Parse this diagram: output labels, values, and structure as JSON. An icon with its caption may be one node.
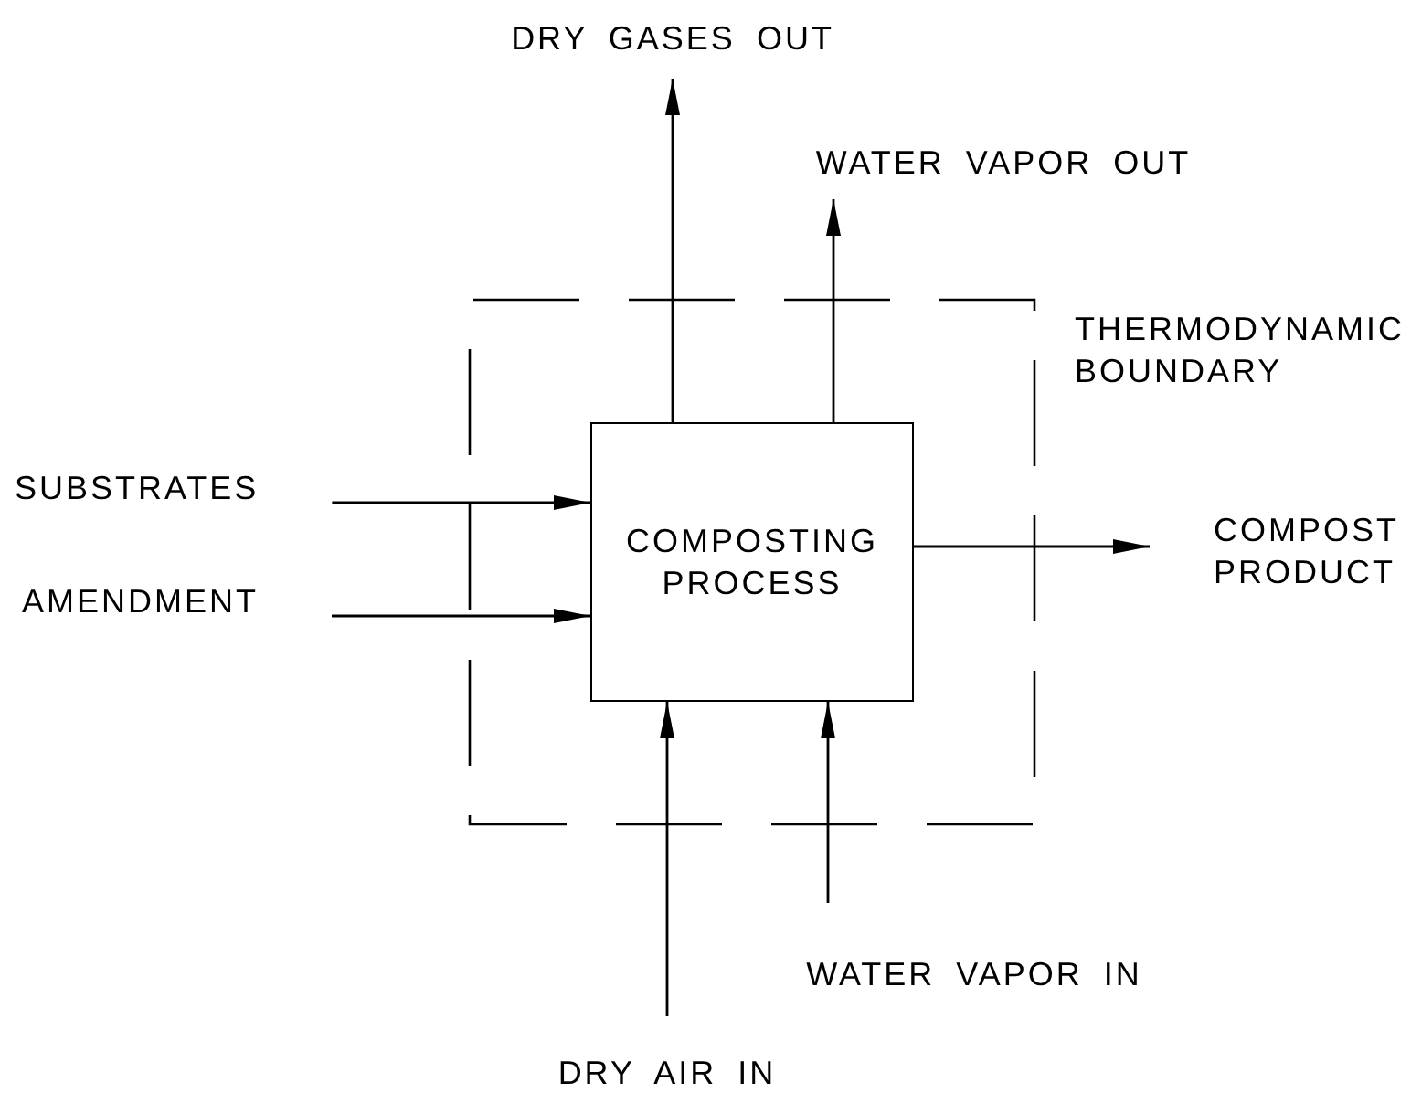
{
  "diagram": {
    "nodes": [
      {
        "text": [
          "DRY GASES OUT"
        ]
      },
      {
        "text": [
          "WATER VAPOR OUT"
        ]
      },
      {
        "text": [
          "THERMODYNAMIC BOUNDARY"
        ]
      },
      {
        "text": [
          "SUBSTRATES"
        ]
      },
      {
        "text": [
          "COMPOSTING PROCESS"
        ],
        "in": 2
      },
      {
        "text": [
          "AMENDMENT"
        ]
      },
      {
        "text": [
          "COMPOST PRODUCT"
        ]
      },
      {
        "text": [
          "WATER VAPOR IN"
        ]
      },
      {
        "text": [
          "DRY AIR IN"
        ]
      }
    ],
    "edges": [
      {
        "from": 4,
        "to": 0,
        "arrow": "to"
      },
      {
        "from": 4,
        "to": 1,
        "arrow": "to"
      },
      {
        "from": 3,
        "to": 4,
        "arrow": "to"
      },
      {
        "from": 5,
        "to": 4,
        "arrow": "to"
      },
      {
        "from": 4,
        "to": 6,
        "arrow": "to"
      },
      {
        "from": 8,
        "to": 4,
        "arrow": "to"
      },
      {
        "from": 7,
        "to": 4,
        "arrow": "to"
      }
    ]
  }
}
